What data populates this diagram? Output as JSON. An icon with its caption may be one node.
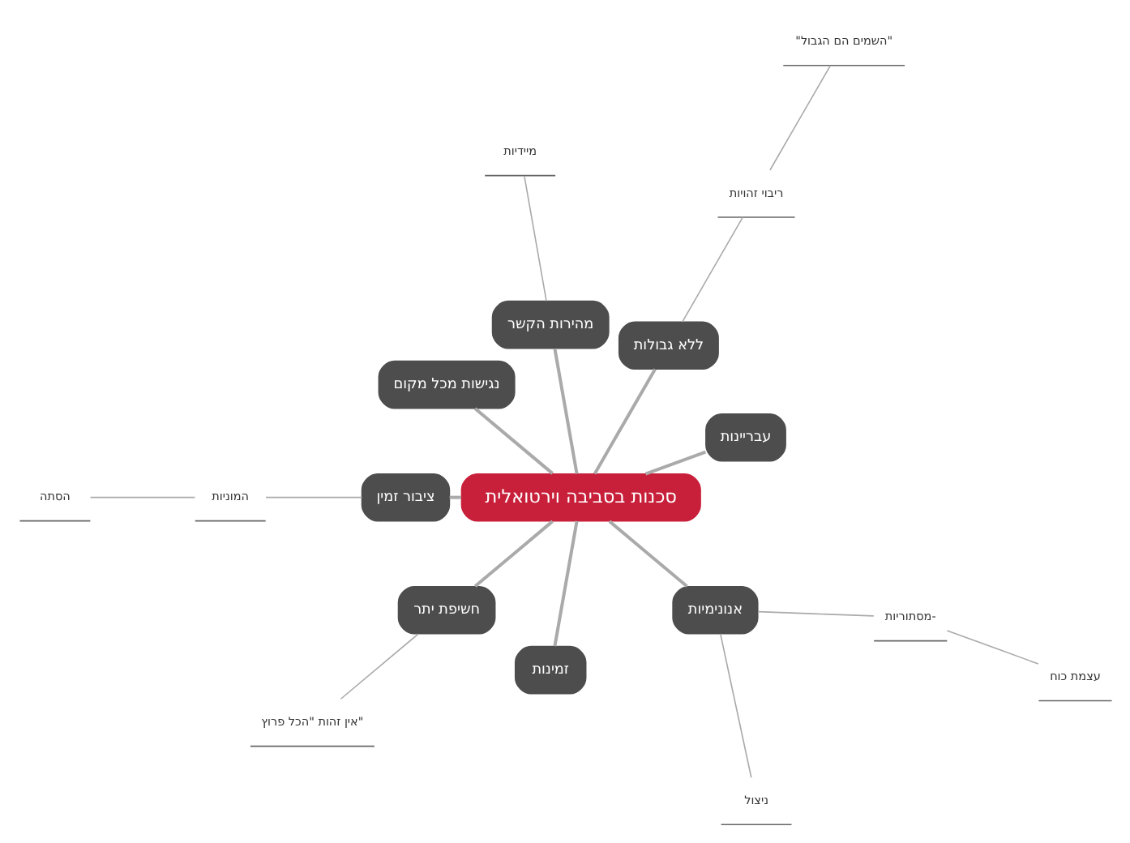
{
  "diagram": {
    "nodes": [
      {
        "text": [
          "סכנות בסביבה וירטואלית"
        ]
      },
      {
        "text": [
          "עבריינות"
        ]
      },
      {
        "text": [
          "ללא גבולות"
        ]
      },
      {
        "text": [
          "ריבוי זהויות"
        ]
      },
      {
        "text": [
          "\"השמים הם הגבול\""
        ]
      },
      {
        "text": [
          "מהירות הקשר"
        ]
      },
      {
        "text": [
          "מיידיות"
        ]
      },
      {
        "text": [
          "נגישות מכל מקום"
        ]
      },
      {
        "text": [
          "ציבור זמין"
        ]
      },
      {
        "text": [
          "המוניות"
        ]
      },
      {
        "text": [
          "הסתה"
        ]
      },
      {
        "text": [
          "חשיפת יתר"
        ]
      },
      {
        "text": [
          "אין זהות \"הכל פרוץ\""
        ]
      },
      {
        "text": [
          "זמינות"
        ]
      },
      {
        "text": [
          "אנונימיות"
        ]
      },
      {
        "text": [
          "ניצול"
        ]
      },
      {
        "text": [
          "מסתוריות-"
        ]
      },
      {
        "text": [
          "עצמת כוח"
        ]
      }
    ],
    "edges": [
      {
        "from": 0,
        "to": 1,
        "arrow": "none"
      },
      {
        "from": 0,
        "to": 2,
        "arrow": "none"
      },
      {
        "from": 2,
        "to": 3,
        "arrow": "none"
      },
      {
        "from": 3,
        "to": 4,
        "arrow": "none"
      },
      {
        "from": 0,
        "to": 5,
        "arrow": "none"
      },
      {
        "from": 5,
        "to": 6,
        "arrow": "none"
      },
      {
        "from": 0,
        "to": 7,
        "arrow": "none"
      },
      {
        "from": 0,
        "to": 8,
        "arrow": "none"
      },
      {
        "from": 8,
        "to": 9,
        "arrow": "none"
      },
      {
        "from": 9,
        "to": 10,
        "arrow": "none"
      },
      {
        "from": 0,
        "to": 11,
        "arrow": "none"
      },
      {
        "from": 11,
        "to": 12,
        "arrow": "none"
      },
      {
        "from": 0,
        "to": 13,
        "arrow": "none"
      },
      {
        "from": 0,
        "to": 14,
        "arrow": "none"
      },
      {
        "from": 14,
        "to": 15,
        "arrow": "none"
      },
      {
        "from": 14,
        "to": 16,
        "arrow": "none"
      },
      {
        "from": 16,
        "to": 17,
        "arrow": "none"
      }
    ]
  }
}
